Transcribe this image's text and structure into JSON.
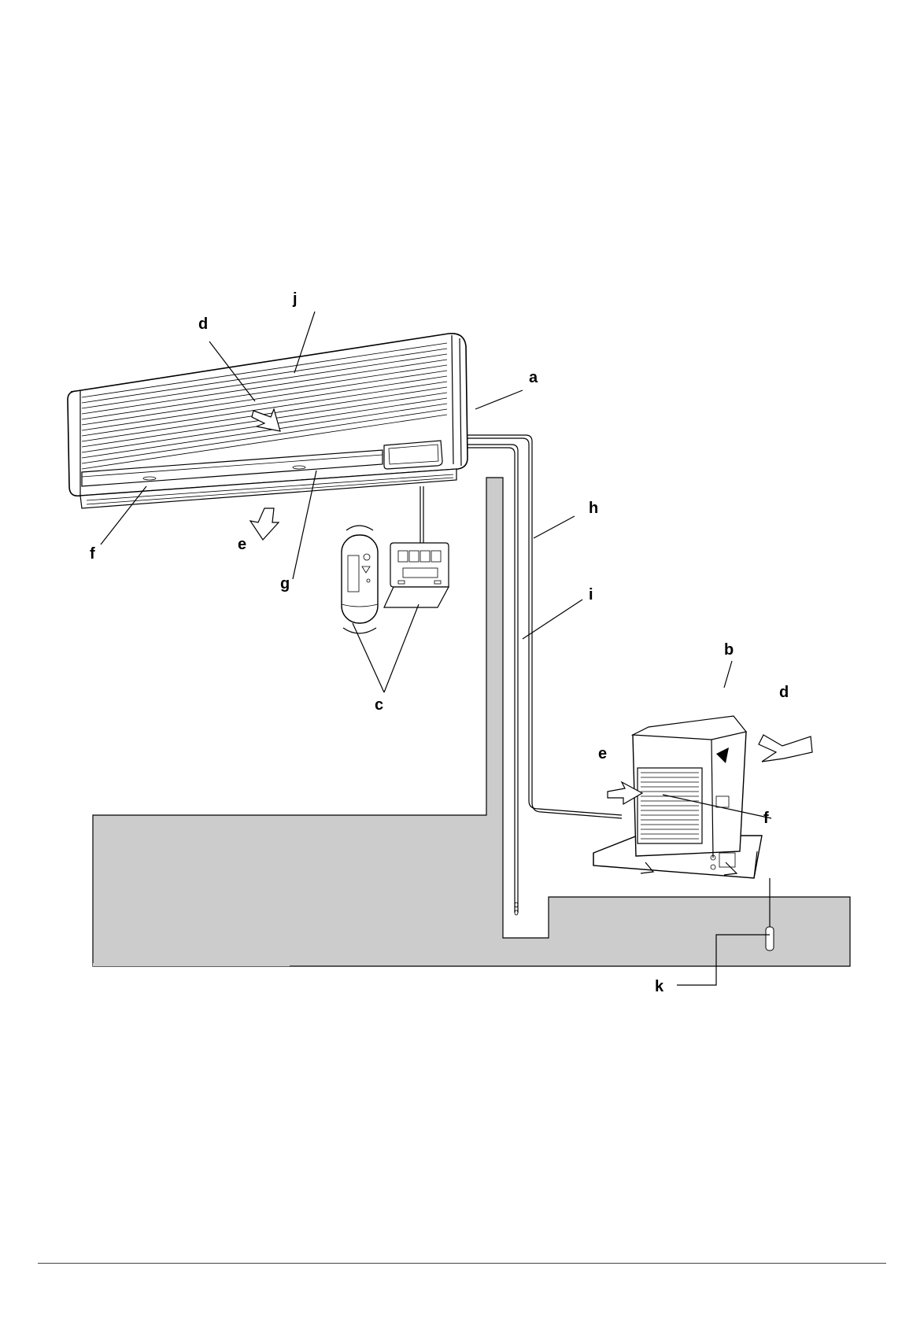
{
  "labels": {
    "a": "a",
    "b": "b",
    "c": "c",
    "d_indoor": "d",
    "d_outdoor": "d",
    "e_indoor": "e",
    "e_outdoor": "e",
    "f_indoor": "f",
    "f_outdoor": "f",
    "g": "g",
    "h": "h",
    "i": "i",
    "j": "j",
    "k": "k"
  },
  "colors": {
    "ground": "#cccccc",
    "line": "#000000"
  }
}
